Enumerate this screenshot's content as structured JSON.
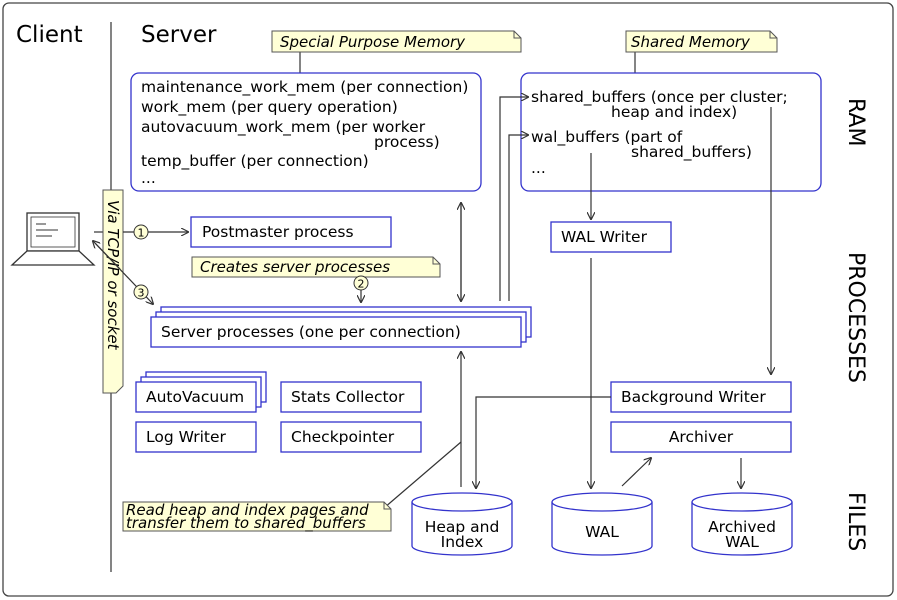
{
  "headers": {
    "client": "Client",
    "server": "Server"
  },
  "side_labels": {
    "ram": "RAM",
    "processes": "PROCESSES",
    "files": "FILES"
  },
  "notes": {
    "special_purpose": "Special Purpose Memory",
    "shared": "Shared Memory",
    "creates": "Creates server processes",
    "read_heap_1": "Read heap and index pages and",
    "read_heap_2": "transfer them to shared_buffers"
  },
  "via": "Via TCP/IP or socket",
  "special_memory": {
    "line1": "maintenance_work_mem (per connection)",
    "line2": "work_mem (per query operation)",
    "line3": "autovacuum_work_mem (per worker",
    "line4": "process)",
    "line5": "temp_buffer (per connection)",
    "line6": "..."
  },
  "shared_memory": {
    "line1": "shared_buffers (once per cluster;",
    "line2": "heap and index)",
    "line3": "wal_buffers (part of",
    "line4": "shared_buffers)",
    "line5": "..."
  },
  "processes": {
    "postmaster": "Postmaster process",
    "wal_writer": "WAL Writer",
    "server": "Server processes (one per connection)",
    "autovacuum": "AutoVacuum",
    "stats": "Stats Collector",
    "bgwriter": "Background Writer",
    "logwriter": "Log Writer",
    "checkpointer": "Checkpointer",
    "archiver": "Archiver"
  },
  "files": {
    "heap_1": "Heap and",
    "heap_2": "Index",
    "wal": "WAL",
    "archived_1": "Archived",
    "archived_2": "WAL"
  },
  "steps": {
    "s1": "1",
    "s2": "2",
    "s3": "3"
  }
}
